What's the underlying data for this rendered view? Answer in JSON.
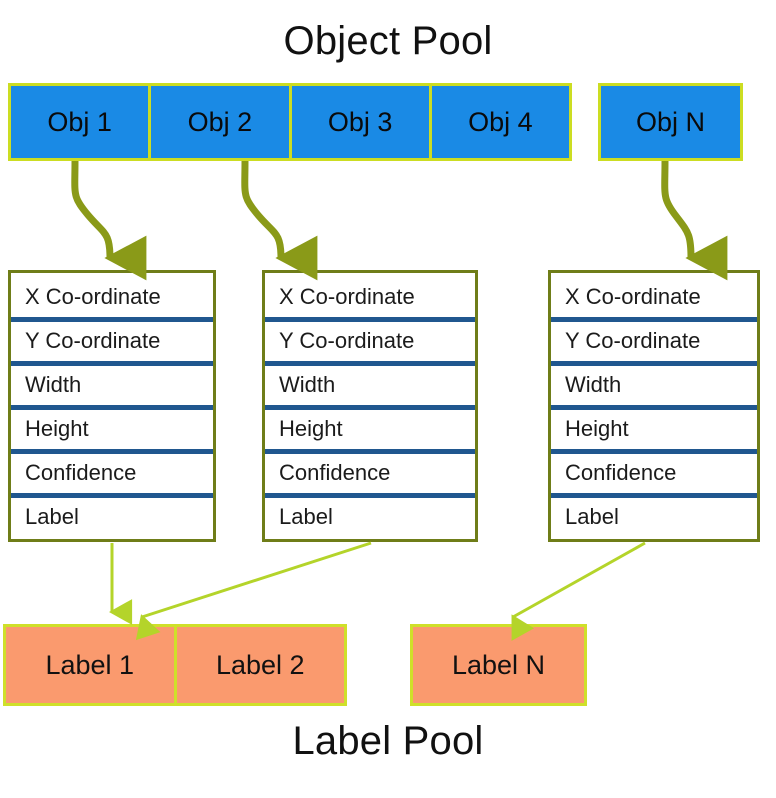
{
  "diagram": {
    "object_pool": {
      "title": "Object Pool",
      "objects": [
        {
          "label": "Obj 1"
        },
        {
          "label": "Obj 2"
        },
        {
          "label": "Obj 3"
        },
        {
          "label": "Obj 4"
        }
      ],
      "objects_n": [
        {
          "label": "Obj N"
        }
      ]
    },
    "attribute_boxes": [
      {
        "rows": [
          "X Co-ordinate",
          "Y Co-ordinate",
          "Width",
          "Height",
          "Confidence",
          "Label"
        ]
      },
      {
        "rows": [
          "X Co-ordinate",
          "Y Co-ordinate",
          "Width",
          "Height",
          "Confidence",
          "Label"
        ]
      },
      {
        "rows": [
          "X Co-ordinate",
          "Y Co-ordinate",
          "Width",
          "Height",
          "Confidence",
          "Label"
        ]
      }
    ],
    "label_pool": {
      "title": "Label Pool",
      "labels": [
        {
          "label": "Label 1"
        },
        {
          "label": "Label 2"
        }
      ],
      "labels_n": [
        {
          "label": "Label N"
        }
      ]
    },
    "colors": {
      "object_fill": "#1a8ae5",
      "object_border": "#ccdd22",
      "attribute_border": "#6f7d18",
      "attribute_separator": "#20578f",
      "label_fill": "#fa9a6e",
      "label_border": "#cfe02a",
      "arrow_thick": "#8a9a18",
      "arrow_thin": "#b4d42a",
      "background": "#ffffff",
      "text": "#111111"
    }
  }
}
